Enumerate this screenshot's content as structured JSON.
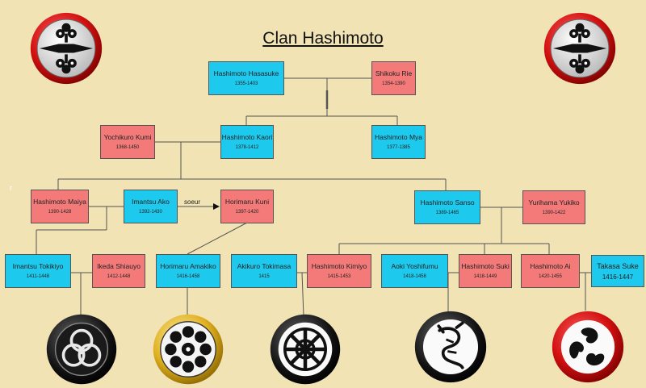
{
  "title": "Clan Hashimoto",
  "note": "soeur",
  "stray_mark": "r",
  "people": {
    "hasasuke": {
      "name": "Hashimoto Hasasuke",
      "dates": "1355-1403",
      "gender": "m"
    },
    "shikoku_rie": {
      "name": "Shikoku Rie",
      "dates": "1354-1390",
      "gender": "f"
    },
    "yochikuro_kumi": {
      "name": "Yochikuro Kumi",
      "dates": "1368-1450",
      "gender": "f"
    },
    "kaori": {
      "name": "Hashimoto Kaori",
      "dates": "1378-1412",
      "gender": "m"
    },
    "mya": {
      "name": "Hashimoto Mya",
      "dates": "1377-1385",
      "gender": "m"
    },
    "maiya": {
      "name": "Hashimoto Maiya",
      "dates": "1390-1428",
      "gender": "f"
    },
    "imantsu_ako": {
      "name": "Imantsu Ako",
      "dates": "1392-1430",
      "gender": "m"
    },
    "horimaru_kuni": {
      "name": "Horimaru  Kuni",
      "dates": "1397-1420",
      "gender": "f"
    },
    "sanso": {
      "name": "Hashimoto Sanso",
      "dates": "1389-1465",
      "gender": "m"
    },
    "yurihama_yukiko": {
      "name": "Yurihama Yukiko",
      "dates": "1390-1422",
      "gender": "f"
    },
    "tokikiyo": {
      "name": "Imantsu Tokikiyo",
      "dates": "1411-1448",
      "gender": "m"
    },
    "shiauyo": {
      "name": "Ikeda Shiauyo",
      "dates": "1412-1448",
      "gender": "f"
    },
    "amakiko": {
      "name": "Horimaru Amakiko",
      "dates": "1416-1458",
      "gender": "m"
    },
    "tokimasa": {
      "name": "Akikuro Tokimasa",
      "dates": "1415",
      "gender": "m"
    },
    "kimiyo": {
      "name": "Hashimoto Kimiyo",
      "dates": "1415-1453",
      "gender": "f"
    },
    "yoshifumu": {
      "name": "Aoki Yoshifumu",
      "dates": "1418-1458",
      "gender": "m"
    },
    "suki": {
      "name": "Hashimoto Suki",
      "dates": "1418-1449",
      "gender": "f"
    },
    "ai": {
      "name": "Hashimoto Ai",
      "dates": "1420-1455",
      "gender": "f"
    },
    "takasa_suke": {
      "name": "Takasa Suke",
      "dates": "1416-1447",
      "gender": "m"
    }
  },
  "colors": {
    "male": "#1ec9ee",
    "female": "#f47a7a",
    "background": "#f1e3b4",
    "line": "#555555"
  },
  "icons": {
    "top_left": "hashimoto-mon-icon",
    "top_right": "hashimoto-mon-icon",
    "bottom_1": "triple-crescent-mon-icon",
    "bottom_2": "chrysanthemum-mon-icon",
    "bottom_3": "wheel-mon-icon",
    "bottom_4": "dragon-mon-icon",
    "bottom_5": "tomoe-mon-icon"
  }
}
